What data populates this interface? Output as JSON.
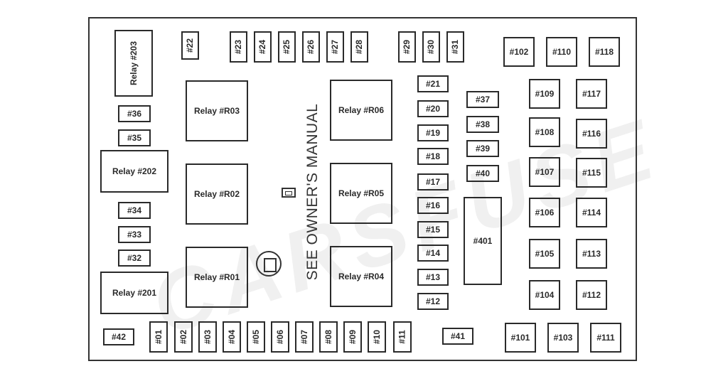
{
  "watermark": "CARSFUSE",
  "manual_text": "SEE OWNER'S MANUAL",
  "relays": {
    "r203": "Relay  #203",
    "r202": "Relay  #202",
    "r201": "Relay  #201",
    "R03": "Relay  #R03",
    "R02": "Relay  #R02",
    "R01": "Relay  #R01",
    "R06": "Relay  #R06",
    "R05": "Relay  #R05",
    "R04": "Relay  #R04"
  },
  "top_fuses": [
    "#22",
    "#23",
    "#24",
    "#25",
    "#26",
    "#27",
    "#28",
    "#29",
    "#30",
    "#31"
  ],
  "bottom_fuses": [
    "#01",
    "#02",
    "#03",
    "#04",
    "#05",
    "#06",
    "#07",
    "#08",
    "#09",
    "#10",
    "#11"
  ],
  "left_fuses": [
    "#36",
    "#35",
    "#34",
    "#33",
    "#32",
    "#42"
  ],
  "center_fuses": [
    "#21",
    "#20",
    "#19",
    "#18",
    "#17",
    "#16",
    "#15",
    "#14",
    "#13",
    "#12"
  ],
  "mid_fuses": [
    "#37",
    "#38",
    "#39",
    "#40",
    "#41"
  ],
  "big_fuse": "#401",
  "right_top": [
    "#102",
    "#110",
    "#118"
  ],
  "right_col1": [
    "#109",
    "#108",
    "#107",
    "#106",
    "#105",
    "#104"
  ],
  "right_col2": [
    "#117",
    "#116",
    "#115",
    "#114",
    "#113",
    "#112"
  ],
  "right_bottom": [
    "#101",
    "#103",
    "#111"
  ]
}
